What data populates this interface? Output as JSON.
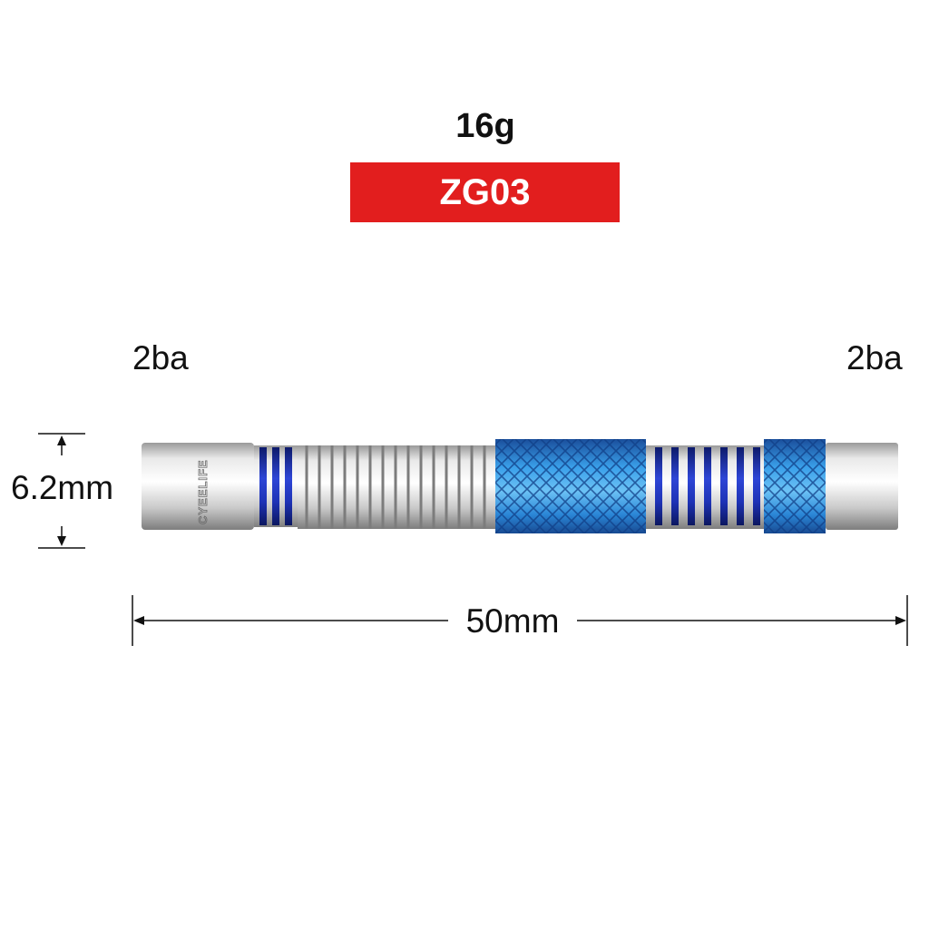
{
  "product": {
    "weight": "16g",
    "model": "ZG03",
    "thread_left": "2ba",
    "thread_right": "2ba",
    "diameter": "6.2mm",
    "length": "50mm",
    "brand_engraving": "CYEELIFE"
  },
  "colors": {
    "badge": "#e21e1e",
    "knurl_blue": "#1f7fd0",
    "ring_blue": "#1c2fb0",
    "steel": "#c8c8c8"
  }
}
